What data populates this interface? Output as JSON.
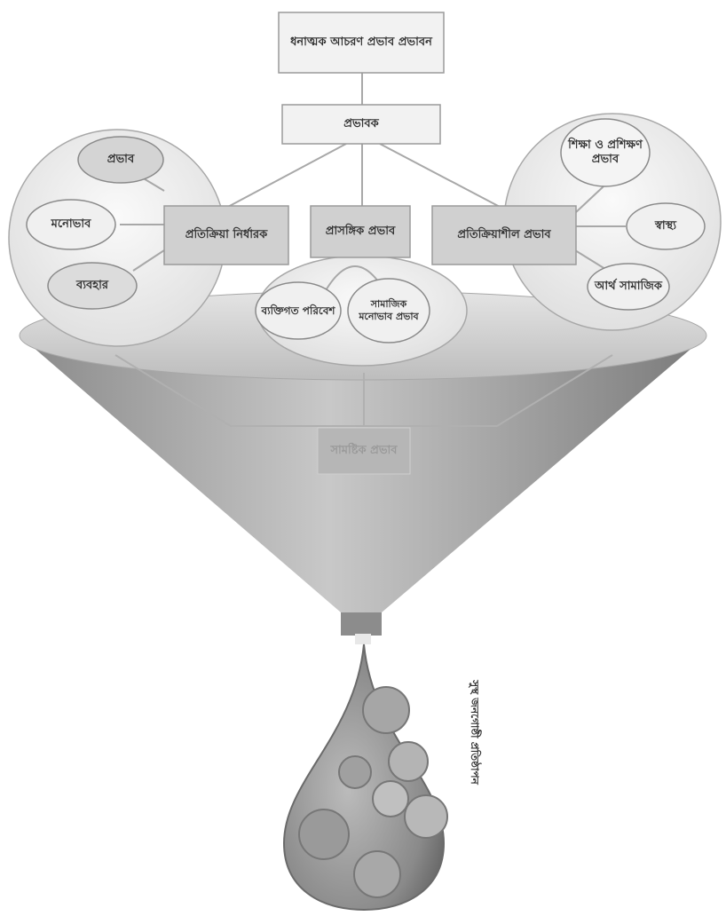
{
  "colors": {
    "background": "#ffffff",
    "box_fill": "#f2f2f2",
    "box_fill_dark": "#d0d0d0",
    "outline": "#9a9a9a",
    "funnel_light": "#d6d6d6",
    "funnel_dark": "#7a7a7a",
    "drop_dark": "#6e6e6e",
    "text": "#333333",
    "text_light": "#9a9a9a"
  },
  "icons": [
    "drop-icon",
    "funnel-icon"
  ],
  "nodes": {
    "top": "ধনাত্মক আচরণ প্রভাব প্রভাবন",
    "mid": "প্রভাবক",
    "left_box": "প্রতিক্রিয়া নির্ধারক",
    "center_box": "প্রাসঙ্গিক প্রভাব",
    "right_box": "প্রতিক্রিয়াশীল প্রভাব",
    "left_circles": [
      "প্রভাব",
      "মনোভাব",
      "ব্যবহার"
    ],
    "right_circles": [
      "শিক্ষা ও প্রশিক্ষণ প্রভাব",
      "স্বাস্থ্য",
      "আর্থ সামাজিক"
    ],
    "center_circles": [
      "ব্যক্তিগত পরিবেশ",
      "সামাজিক মনোভাব প্রভাব"
    ],
    "funnel_label": "সামষ্টিক প্রভাব",
    "drop_label": "সুস্থ জনগোষ্ঠী প্রতিষ্ঠাপন"
  }
}
